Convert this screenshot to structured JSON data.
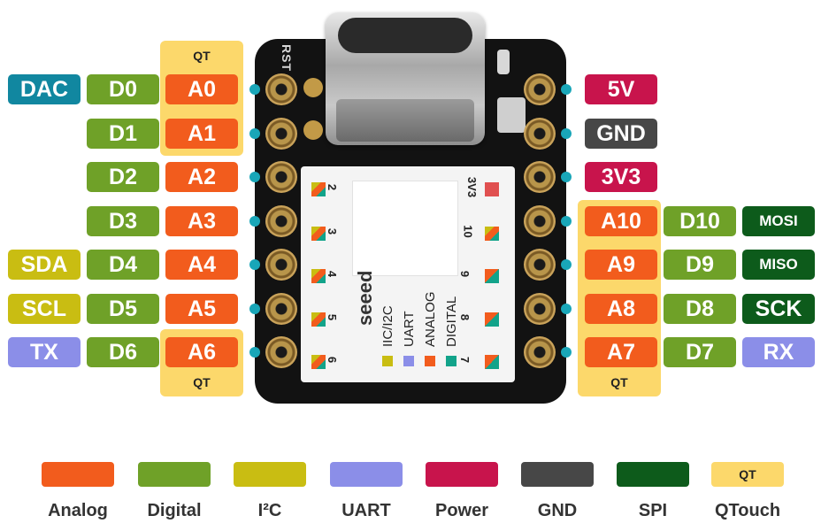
{
  "colors": {
    "analog": "#f25c1d",
    "digital": "#6fa128",
    "i2c": "#c9bd12",
    "uart": "#8b8ee8",
    "power": "#c8144c",
    "gnd": "#474747",
    "spi": "#0d5b1b",
    "qtouch": "#fcd86b",
    "dac": "#1187a0",
    "pin_dot": "#19a6b8"
  },
  "left_pins": [
    {
      "func": "DAC",
      "func_type": "dac",
      "digital": "D0",
      "analog": "A0"
    },
    {
      "func": "",
      "func_type": "",
      "digital": "D1",
      "analog": "A1"
    },
    {
      "func": "",
      "func_type": "",
      "digital": "D2",
      "analog": "A2"
    },
    {
      "func": "",
      "func_type": "",
      "digital": "D3",
      "analog": "A3"
    },
    {
      "func": "SDA",
      "func_type": "i2c",
      "digital": "D4",
      "analog": "A4"
    },
    {
      "func": "SCL",
      "func_type": "i2c",
      "digital": "D5",
      "analog": "A5"
    },
    {
      "func": "TX",
      "func_type": "uart",
      "digital": "D6",
      "analog": "A6"
    }
  ],
  "right_pins": [
    {
      "power": "5V",
      "power_type": "power"
    },
    {
      "power": "GND",
      "power_type": "gnd"
    },
    {
      "power": "3V3",
      "power_type": "power"
    },
    {
      "analog": "A10",
      "digital": "D10",
      "func": "MOSI",
      "func_type": "spi"
    },
    {
      "analog": "A9",
      "digital": "D9",
      "func": "MISO",
      "func_type": "spi"
    },
    {
      "analog": "A8",
      "digital": "D8",
      "func": "SCK",
      "func_type": "spi"
    },
    {
      "analog": "A7",
      "digital": "D7",
      "func": "RX",
      "func_type": "uart"
    }
  ],
  "qt_labels": {
    "top_left": "QT",
    "bottom_left": "QT",
    "bottom_right": "QT"
  },
  "board": {
    "silkscreen_rst": "RST",
    "brand": "seeed",
    "module_left_numbers": [
      "2",
      "3",
      "4",
      "5",
      "6"
    ],
    "module_right_numbers": [
      "3V3",
      "10",
      "9",
      "8",
      "7"
    ],
    "module_legend": [
      "IIC/I2C",
      "UART",
      "ANALOG",
      "DIGITAL"
    ]
  },
  "legend": [
    {
      "label": "Analog",
      "type": "analog",
      "swatch_text": ""
    },
    {
      "label": "Digital",
      "type": "digital",
      "swatch_text": ""
    },
    {
      "label": "I²C",
      "type": "i2c",
      "swatch_text": ""
    },
    {
      "label": "UART",
      "type": "uart",
      "swatch_text": ""
    },
    {
      "label": "Power",
      "type": "power",
      "swatch_text": ""
    },
    {
      "label": "GND",
      "type": "gnd",
      "swatch_text": ""
    },
    {
      "label": "SPI",
      "type": "spi",
      "swatch_text": ""
    },
    {
      "label": "QTouch",
      "type": "qtouch",
      "swatch_text": "QT"
    }
  ]
}
